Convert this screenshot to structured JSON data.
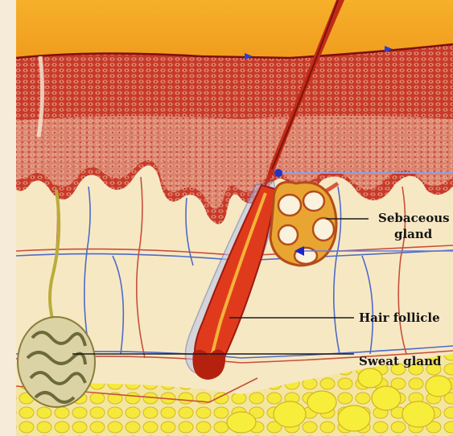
{
  "labels": {
    "sebaceous_line1": "Sebaceous",
    "sebaceous_line2": "gland",
    "hair_follicle": "Hair follicle",
    "sweat_gland": "Sweat gland"
  },
  "colors": {
    "background": "#f6ead8",
    "surface": "#f3a321",
    "epidermis": "#c02a22",
    "dermis": "#f7e8c4",
    "fat": "#f1df2a",
    "hair": "#d8331c",
    "vessel_blue": "#4d6bc8",
    "vessel_red": "#c84f3a"
  }
}
